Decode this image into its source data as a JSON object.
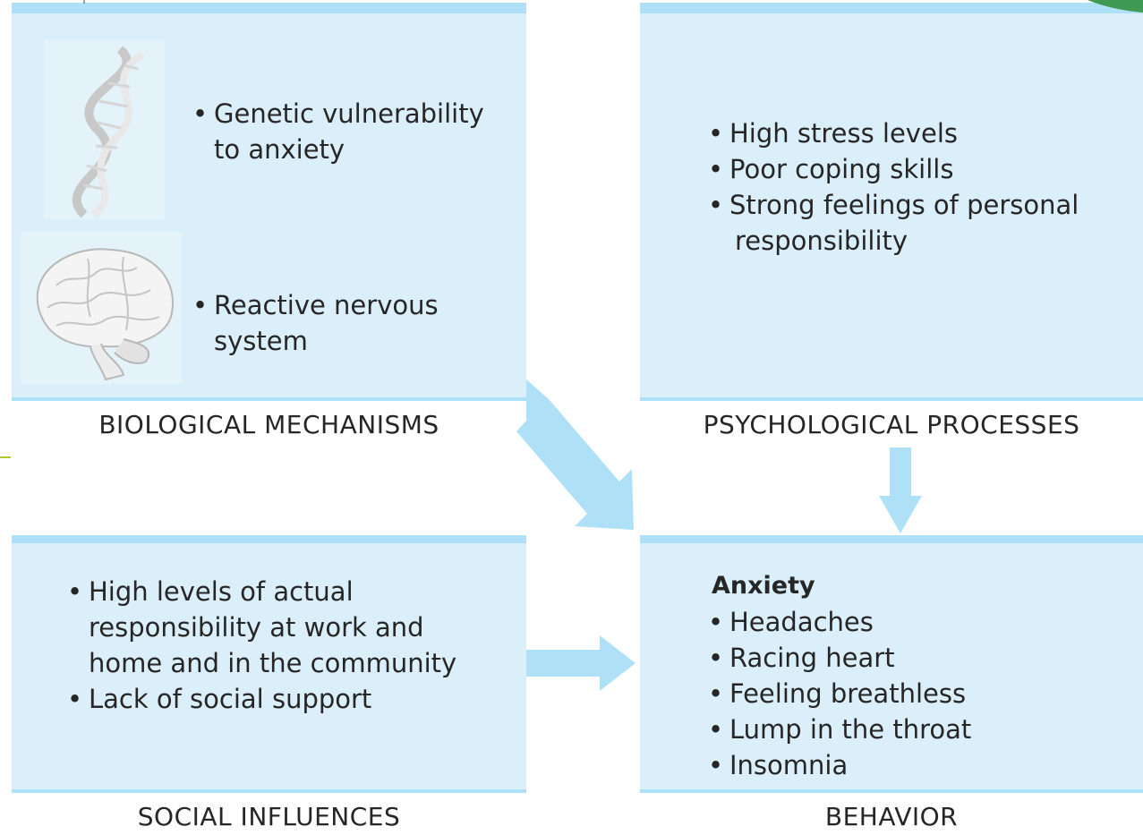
{
  "panels": {
    "biological": {
      "label": "BIOLOGICAL MECHANISMS",
      "items": [
        {
          "line1": "Genetic vulnerability",
          "line2": "to anxiety"
        },
        {
          "line1": "Reactive nervous",
          "line2": "system"
        }
      ],
      "icons": [
        "dna-helix-icon",
        "brain-icon"
      ]
    },
    "psychological": {
      "label": "PSYCHOLOGICAL PROCESSES",
      "items": [
        {
          "line1": "High stress levels"
        },
        {
          "line1": "Poor coping skills"
        },
        {
          "line1": "Strong feelings of personal",
          "line2": "responsibility"
        }
      ]
    },
    "social": {
      "label": "SOCIAL INFLUENCES",
      "items": [
        {
          "line1": "High levels of actual",
          "line2": "responsibility at work and",
          "line3": "home and in the community"
        },
        {
          "line1": "Lack of social support"
        }
      ]
    },
    "behavior": {
      "label": "BEHAVIOR",
      "heading": "Anxiety",
      "items": [
        {
          "line1": "Headaches"
        },
        {
          "line1": "Racing heart"
        },
        {
          "line1": "Feeling breathless"
        },
        {
          "line1": "Lump in the throat"
        },
        {
          "line1": "Insomnia"
        }
      ]
    }
  },
  "colors": {
    "panel_fill": "#dbeffb",
    "panel_border": "#aee0f7",
    "arrow": "#aee0f7",
    "text": "#262626"
  }
}
